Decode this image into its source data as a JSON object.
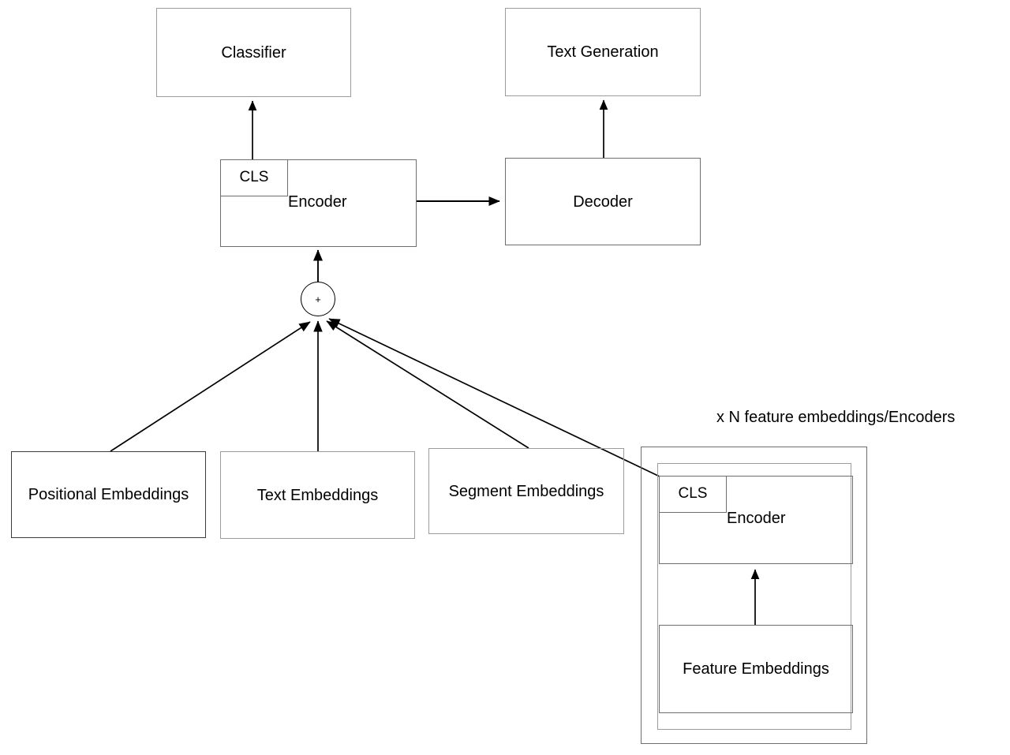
{
  "diagram": {
    "title_text": "x N feature embeddings/Encoders",
    "background_color": "#ffffff",
    "line_color": "#000000",
    "box_border_color": "#3a3a3a",
    "nodes": {
      "classifier": {
        "label": "Classifier"
      },
      "text_generation": {
        "label": "Text Generation"
      },
      "encoder_main": {
        "label": "Encoder",
        "cls_label": "CLS"
      },
      "decoder": {
        "label": "Decoder"
      },
      "sum_node": {
        "label": "+"
      },
      "positional_embeddings": {
        "label": "Positional Embeddings"
      },
      "text_embeddings": {
        "label": "Text Embeddings"
      },
      "segment_embeddings": {
        "label": "Segment Embeddings"
      },
      "feature_group": {
        "caption": "x N feature embeddings/Encoders",
        "encoder_label": "Encoder",
        "cls_label": "CLS",
        "feature_embeddings_label": "Feature Embeddings"
      }
    },
    "edges": [
      {
        "from": "encoder_main",
        "to": "classifier",
        "style": "arrow-up"
      },
      {
        "from": "decoder",
        "to": "text_generation",
        "style": "arrow-up"
      },
      {
        "from": "encoder_main",
        "to": "decoder",
        "style": "arrow-right"
      },
      {
        "from": "sum_node",
        "to": "encoder_main",
        "style": "arrow-up"
      },
      {
        "from": "positional_embeddings",
        "to": "sum_node",
        "style": "arrow-diagonal"
      },
      {
        "from": "text_embeddings",
        "to": "sum_node",
        "style": "arrow-up"
      },
      {
        "from": "segment_embeddings",
        "to": "sum_node",
        "style": "arrow-diagonal"
      },
      {
        "from": "feature_group",
        "to": "sum_node",
        "style": "arrow-diagonal"
      },
      {
        "from": "feature_embeddings",
        "to": "feature_encoder",
        "style": "arrow-up"
      }
    ]
  }
}
